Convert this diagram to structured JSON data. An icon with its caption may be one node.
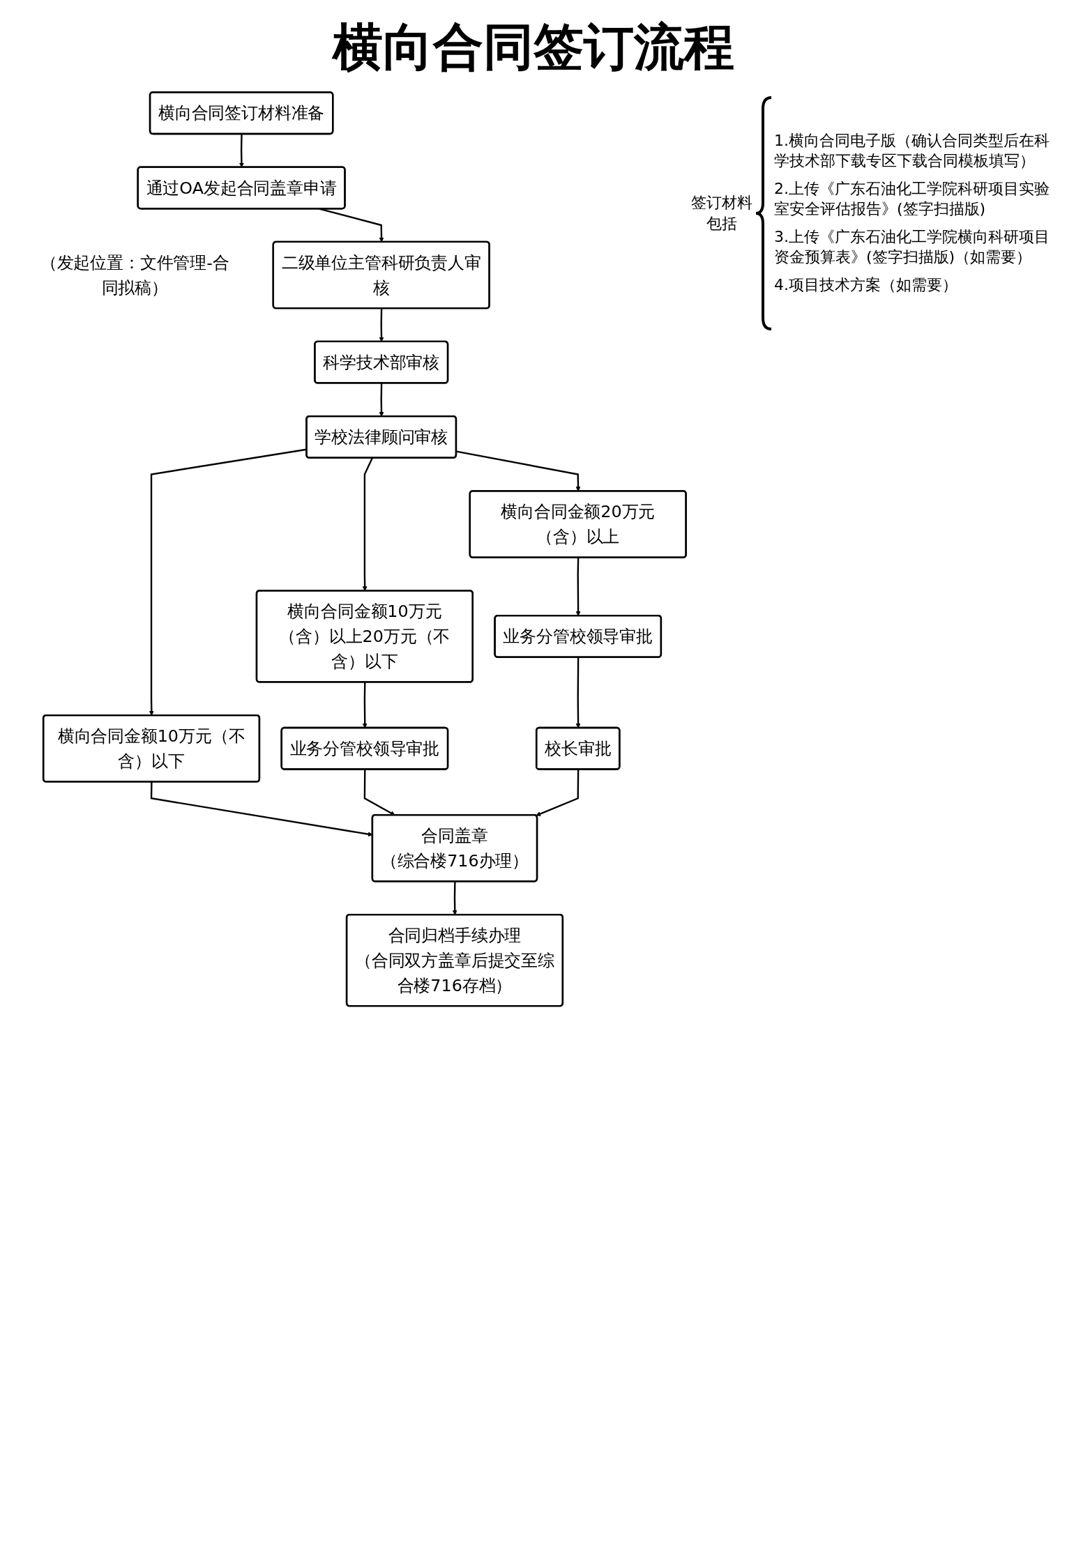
{
  "diagram": {
    "title": "横向合同签订流程",
    "nodes": [
      {
        "text": [
          "横向合同签订材料准备"
        ]
      },
      {
        "text": [
          "通过OA发起合同盖章申请"
        ],
        "beside": [
          "（发起位置：文件管理-合同拟稿）"
        ]
      },
      {
        "text": [
          "二级单位主管科研负责人审核"
        ]
      },
      {
        "text": [
          "科学技术部审核"
        ]
      },
      {
        "text": [
          "学校法律顾问审核"
        ]
      },
      {
        "text": [
          "横向合同金额10万元（不含）以下"
        ]
      },
      {
        "text": [
          "横向合同金额10万元（含）以上20万元（不含）以下"
        ]
      },
      {
        "text": [
          "横向合同金额20万元（含）以上"
        ]
      },
      {
        "text": [
          "业务分管校领导审批"
        ]
      },
      {
        "text": [
          "业务分管校领导审批"
        ]
      },
      {
        "text": [
          "校长审批"
        ]
      },
      {
        "text": [
          "合同盖章",
          "（综合楼716办理）"
        ]
      },
      {
        "text": [
          "合同归档手续办理",
          "（合同双方盖章后提交至综合楼716存档）"
        ]
      }
    ],
    "edges": [
      {
        "from": 0,
        "to": 1,
        "arrow": "to"
      },
      {
        "from": 1,
        "to": 2,
        "arrow": "to"
      },
      {
        "from": 2,
        "to": 3,
        "arrow": "to"
      },
      {
        "from": 3,
        "to": 4,
        "arrow": "to"
      },
      {
        "from": 4,
        "to": 5,
        "arrow": "to"
      },
      {
        "from": 4,
        "to": 6,
        "arrow": "to"
      },
      {
        "from": 4,
        "to": 7,
        "arrow": "to"
      },
      {
        "from": 6,
        "to": 8,
        "arrow": "to"
      },
      {
        "from": 7,
        "to": 9,
        "arrow": "to"
      },
      {
        "from": 9,
        "to": 10,
        "arrow": "to"
      },
      {
        "from": 5,
        "to": 11,
        "arrow": "to"
      },
      {
        "from": 8,
        "to": 11,
        "arrow": "to"
      },
      {
        "from": 10,
        "to": 11,
        "arrow": "to"
      },
      {
        "from": 11,
        "to": 12,
        "arrow": "to"
      }
    ],
    "labels": [
      "签订材料包括",
      "1.横向合同电子版（确认合同类型后在科学技术部下载专区下载合同模板填写）",
      "2.上传《广东石油化工学院科研项目实验室安全评估报告》(签字扫描版)",
      "3.上传《广东石油化工学院横向科研项目资金预算表》(签字扫描版)（如需要）",
      "4.项目技术方案（如需要）"
    ]
  }
}
